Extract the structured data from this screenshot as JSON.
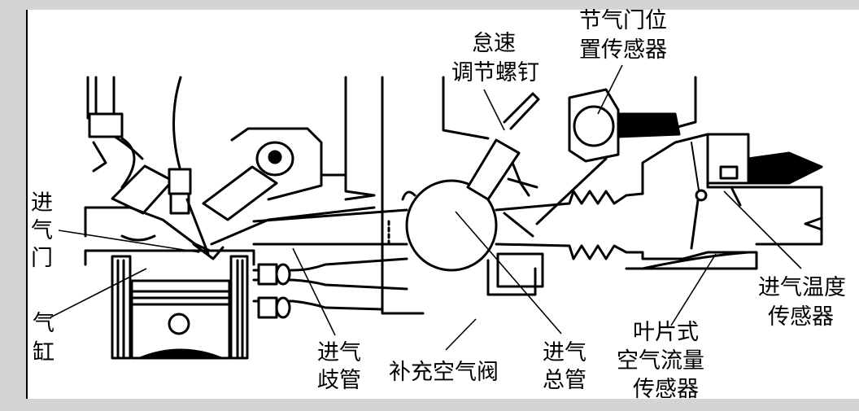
{
  "labels": {
    "intake_valve": [
      "进",
      "气",
      "门"
    ],
    "cylinder": [
      "气",
      "缸"
    ],
    "idle_screw": [
      "怠速",
      "调节螺钉"
    ],
    "tps": [
      "节气门位",
      "置传感器"
    ],
    "intake_temp": [
      "进气温度",
      "传感器"
    ],
    "vane_afm": [
      "叶片式",
      "空气流量",
      "传感器"
    ],
    "intake_manifold": [
      "进气",
      "歧管"
    ],
    "aux_air_valve": "补充空气阀",
    "intake_plenum": [
      "进气",
      "总管"
    ]
  },
  "colors": {
    "line": "#000000",
    "background": "#ffffff",
    "frame": "#d4d4d4"
  }
}
